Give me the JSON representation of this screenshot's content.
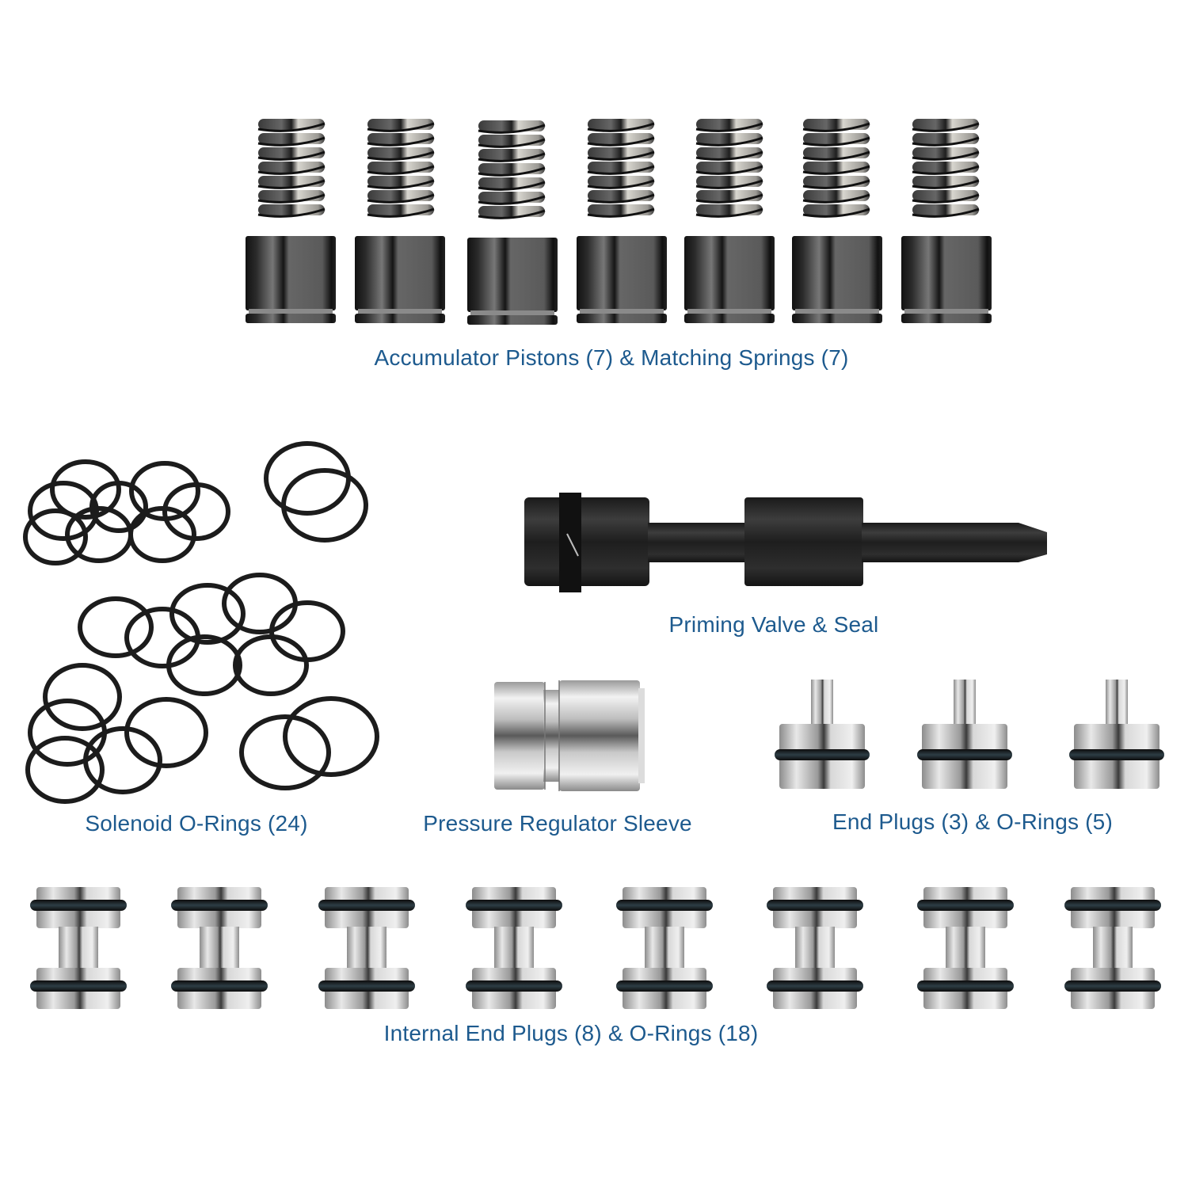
{
  "labels": {
    "accumulator": "Accumulator Pistons (7) & Matching Springs (7)",
    "priming": "Priming Valve & Seal",
    "solenoid": "Solenoid O-Rings (24)",
    "sleeve": "Pressure Regulator Sleeve",
    "end_plugs": "End Plugs (3) & O-Rings (5)",
    "internal": "Internal End Plugs (8) & O-Rings (18)"
  },
  "colors": {
    "label": "#1d5a8e",
    "background": "#ffffff",
    "rubber": "#1c1c1c",
    "steel": "#b9b9b9",
    "dark_steel": "#2a2a2a"
  },
  "parts": {
    "accumulator_count": 7,
    "internal_plug_count": 8,
    "end_plug_count": 3
  }
}
